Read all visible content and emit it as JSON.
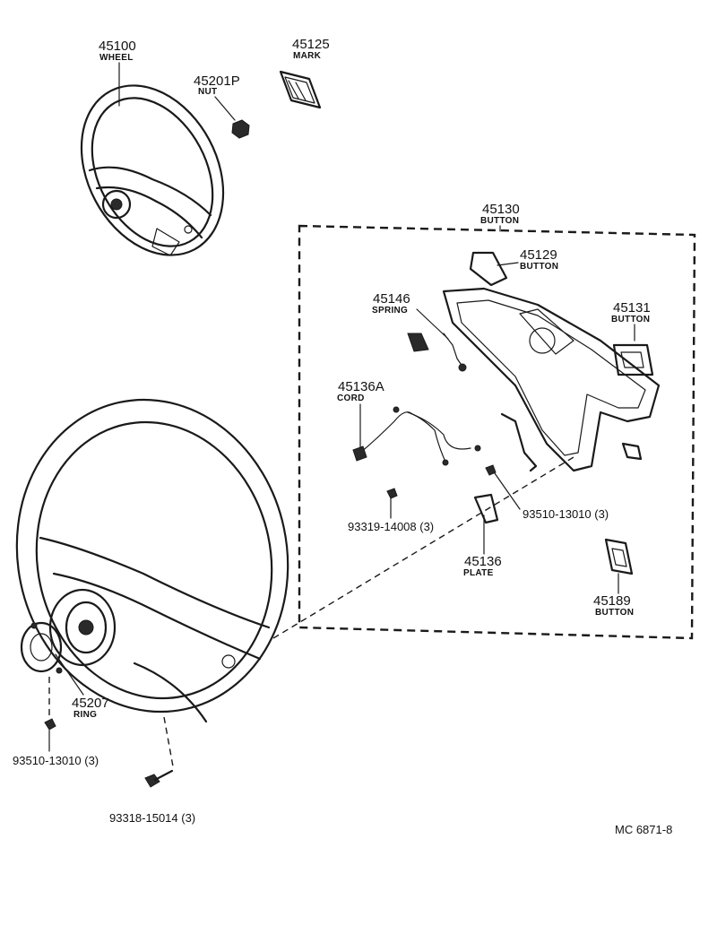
{
  "parts": {
    "wheel_small": {
      "number": "45100",
      "name": "WHEEL"
    },
    "mark": {
      "number": "45125",
      "name": "MARK"
    },
    "nut": {
      "number": "45201P",
      "name": "NUT"
    },
    "button_group": {
      "number": "45130",
      "name": "BUTTON"
    },
    "button_top": {
      "number": "45129",
      "name": "BUTTON"
    },
    "spring": {
      "number": "45146",
      "name": "SPRING"
    },
    "button_right": {
      "number": "45131",
      "name": "BUTTON"
    },
    "cord": {
      "number": "45136A",
      "name": "CORD"
    },
    "plate": {
      "number": "45136",
      "name": "PLATE"
    },
    "button_bottom": {
      "number": "45189",
      "name": "BUTTON"
    },
    "ring": {
      "number": "45207",
      "name": "RING"
    }
  },
  "fasteners": {
    "screw_left": "93319-14008 (3)",
    "screw_right": "93510-13010 (3)",
    "screw_ring": "93510-13010 (3)",
    "bolt": "93318-15014 (3)"
  },
  "diagram_code": "MC  6871-8"
}
